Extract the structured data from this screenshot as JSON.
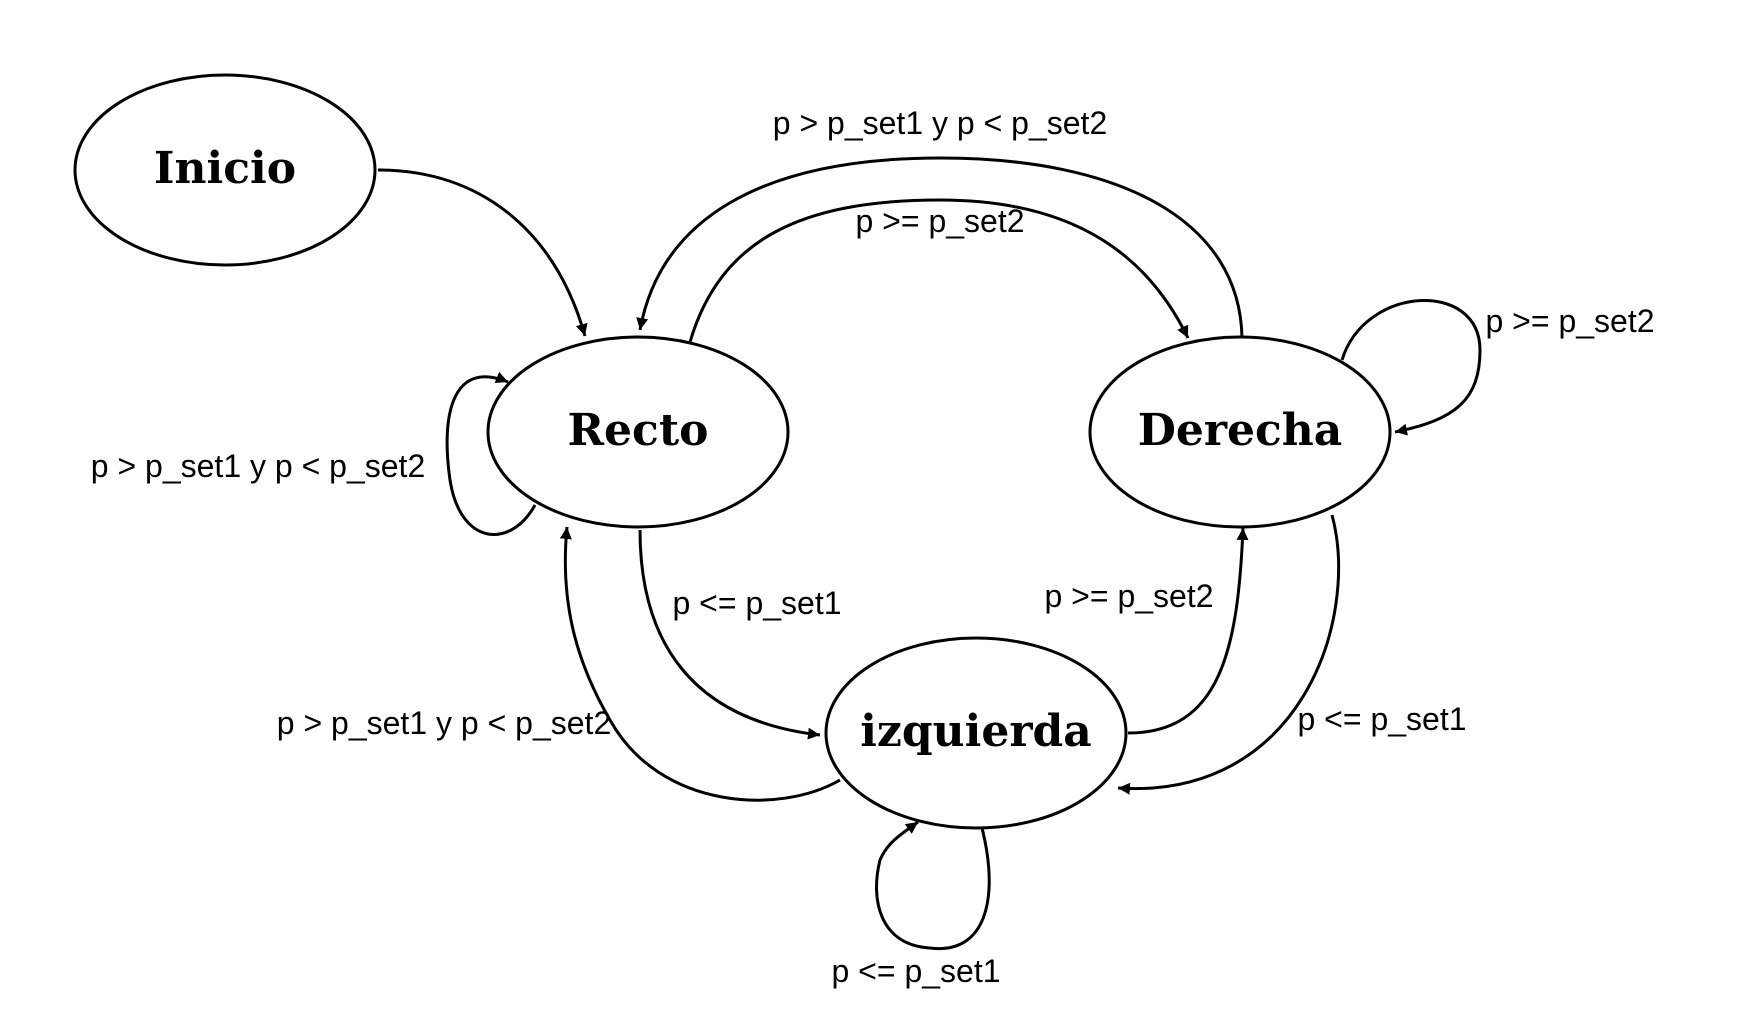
{
  "diagram": {
    "type": "state-machine",
    "colors": {
      "stroke": "#000000",
      "background": "#ffffff",
      "text": "#000000"
    },
    "states": [
      {
        "id": "inicio",
        "label": "Inicio"
      },
      {
        "id": "recto",
        "label": "Recto"
      },
      {
        "id": "derecha",
        "label": "Derecha"
      },
      {
        "id": "izquierda",
        "label": "izquierda"
      }
    ],
    "transitions": [
      {
        "id": "inicio-recto",
        "from": "Inicio",
        "to": "Recto",
        "label": ""
      },
      {
        "id": "derecha-recto",
        "from": "Derecha",
        "to": "Recto",
        "label": "p > p_set1 y p < p_set2"
      },
      {
        "id": "recto-derecha",
        "from": "Recto",
        "to": "Derecha",
        "label": "p >= p_set2"
      },
      {
        "id": "recto-self",
        "from": "Recto",
        "to": "Recto",
        "label": "p > p_set1 y p < p_set2"
      },
      {
        "id": "derecha-self",
        "from": "Derecha",
        "to": "Derecha",
        "label": "p >= p_set2"
      },
      {
        "id": "recto-izquierda",
        "from": "Recto",
        "to": "izquierda",
        "label": "p <= p_set1"
      },
      {
        "id": "izquierda-recto",
        "from": "izquierda",
        "to": "Recto",
        "label": "p > p_set1 y p < p_set2"
      },
      {
        "id": "izquierda-derecha",
        "from": "izquierda",
        "to": "Derecha",
        "label": "p >= p_set2"
      },
      {
        "id": "derecha-izquierda",
        "from": "Derecha",
        "to": "izquierda",
        "label": "p <= p_set1"
      },
      {
        "id": "izquierda-self",
        "from": "izquierda",
        "to": "izquierda",
        "label": "p <= p_set1"
      }
    ]
  }
}
